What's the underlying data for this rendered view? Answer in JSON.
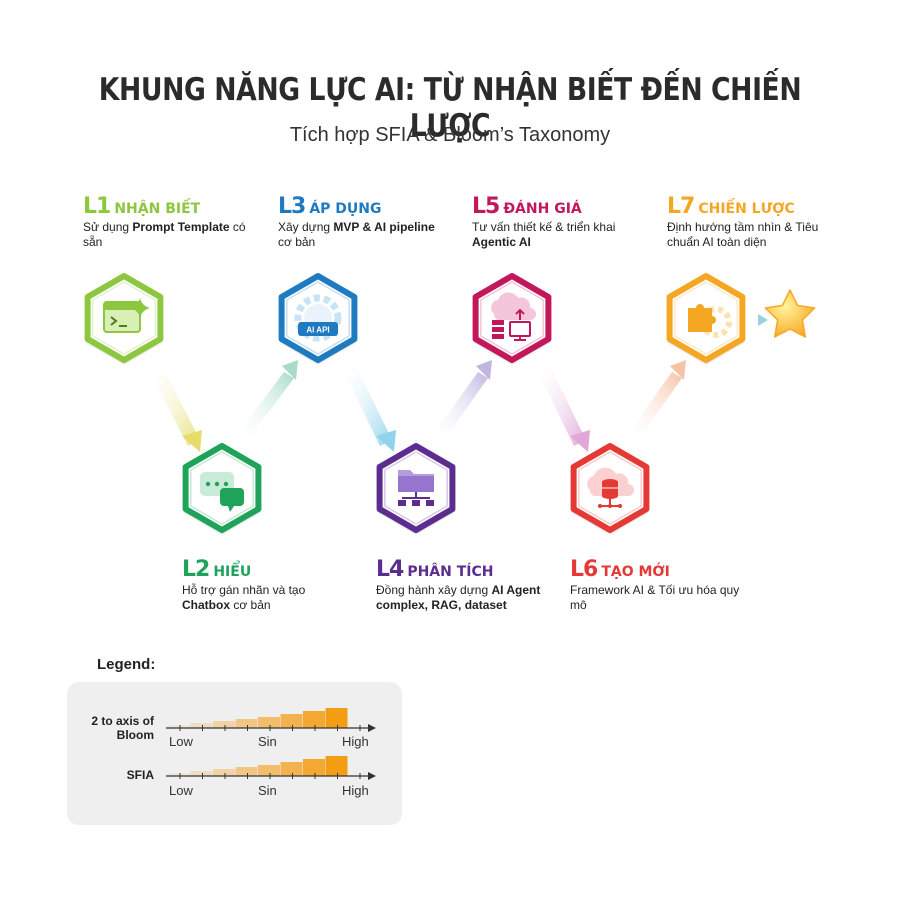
{
  "title": "KHUNG NĂNG LỰC AI: TỪ NHẬN BIẾT ĐẾN CHIẾN LƯỢC",
  "subtitle": "Tích hợp SFIA & Bloom’s Taxonomy",
  "levels": [
    {
      "code": "L1",
      "name": "NHẬN BIẾT",
      "desc_pre": "Sử dụng ",
      "desc_bold": "Prompt Template",
      "desc_post": " có sẵn",
      "color": "#8dc63f",
      "icon": "terminal-sparkle-icon"
    },
    {
      "code": "L2",
      "name": "HIỂU",
      "desc_pre": "Hỗ trợ gán nhãn và tạo ",
      "desc_bold": "Chatbox",
      "desc_post": " cơ bản",
      "color": "#1fa35a",
      "icon": "chat-bubbles-icon"
    },
    {
      "code": "L3",
      "name": "ÁP DỤNG",
      "desc_pre": "Xây dựng ",
      "desc_bold": "MVP & AI pipeline",
      "desc_post": " cơ bản",
      "color": "#1f7bc1",
      "icon": "ai-api-gear-icon",
      "icon_text": "AI API"
    },
    {
      "code": "L4",
      "name": "PHÂN TÍCH",
      "desc_pre": "Đồng hành xây dựng ",
      "desc_bold": "AI Agent complex, RAG, dataset",
      "desc_post": "",
      "color": "#5b2d8e",
      "icon": "folder-network-icon"
    },
    {
      "code": "L5",
      "name": "ĐÁNH GIÁ",
      "desc_pre": "Tư vấn thiết kế & triển khai ",
      "desc_bold": "Agentic AI",
      "desc_post": "",
      "color": "#c2185b",
      "icon": "cloud-server-icon"
    },
    {
      "code": "L6",
      "name": "TẠO MỚI",
      "desc_pre": "Framework AI & Tối ưu hóa quy mô",
      "desc_bold": "",
      "desc_post": "",
      "color": "#e53935",
      "icon": "cloud-database-icon"
    },
    {
      "code": "L7",
      "name": "CHIẾN LƯỢC",
      "desc_pre": "Định hướng tầm nhìn & Tiêu chuẩn AI toàn diện",
      "desc_bold": "",
      "desc_post": "",
      "color": "#f5a623",
      "icon": "puzzle-gear-icon"
    }
  ],
  "legend": {
    "title": "Legend:",
    "rows": [
      {
        "label": "2 to axis of Bloom",
        "ticks": [
          "Low",
          "Sin",
          "High"
        ]
      },
      {
        "label": "SFIA",
        "ticks": [
          "Low",
          "Sin",
          "High"
        ]
      }
    ],
    "bar_color": "#f39c12"
  },
  "accent_colors": {
    "star": "#fbc02d"
  }
}
